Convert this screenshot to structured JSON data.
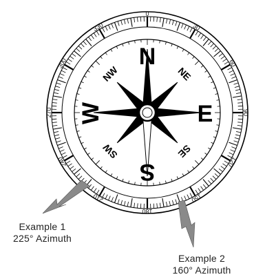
{
  "compass": {
    "cardinals": {
      "north": "N",
      "east": "E",
      "south": "S",
      "west": "W"
    },
    "intercardinals": {
      "northeast": "NE",
      "southeast": "SE",
      "southwest": "SW",
      "northwest": "NW"
    },
    "degree_labels": [
      "0",
      "30",
      "60",
      "90",
      "120",
      "150",
      "180",
      "210",
      "240",
      "270",
      "300",
      "330"
    ]
  },
  "examples": [
    {
      "label": "Example 1",
      "azimuth_text": "225° Azimuth",
      "azimuth_degrees": 225
    },
    {
      "label": "Example 2",
      "azimuth_text": "160° Azimuth",
      "azimuth_degrees": 160
    }
  ],
  "colors": {
    "arrow": "#8a8a8a",
    "ink": "#000000"
  }
}
